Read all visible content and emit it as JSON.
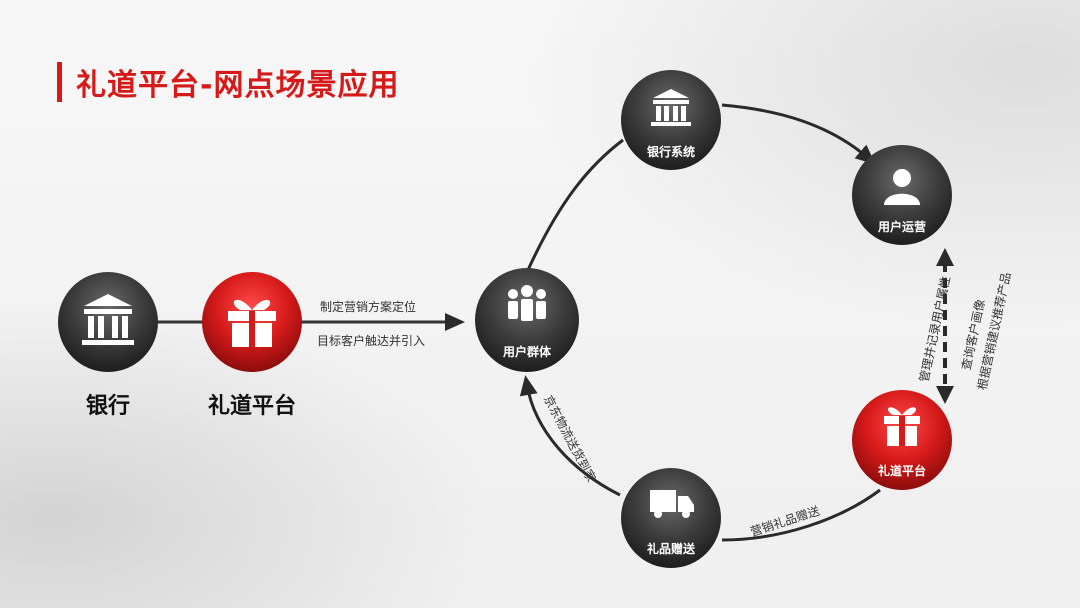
{
  "title": "礼道平台-网点场景应用",
  "left_nodes": {
    "bank_label": "银行",
    "platform_label": "礼道平台"
  },
  "flow_labels": {
    "line1": "制定营销方案定位",
    "line2": "目标客户触达并引入"
  },
  "cycle_nodes": {
    "user_group": "用户群体",
    "bank_system": "银行系统",
    "user_ops": "用户运营",
    "platform": "礼道平台",
    "gift_delivery": "礼品赠送"
  },
  "edge_labels": {
    "logistics": "京东物流送货到家",
    "marketing_gift": "营销礼品赠送",
    "manage_attr": "管理并记录用户属性",
    "portrait": "查询客户画像",
    "recommend": "根据营销建议推荐产品"
  },
  "colors": {
    "accent": "#d61a1a",
    "dark_node": "#3a3a3a"
  }
}
